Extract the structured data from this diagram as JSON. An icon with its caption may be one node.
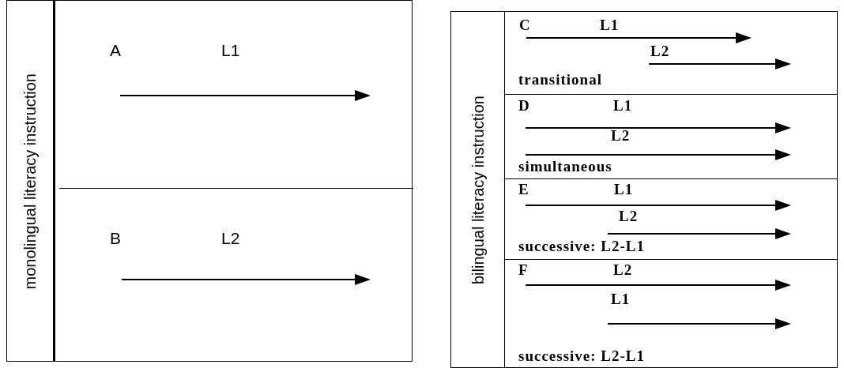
{
  "diagram": {
    "nodes": [
      {
        "text": [
          "monolingual literacy instruction"
        ]
      },
      {
        "text": [
          "A",
          "L1"
        ],
        "in": 0
      },
      {
        "text": [
          "B",
          "L2"
        ],
        "in": 0
      },
      {
        "text": [
          "bilingual literacy instruction"
        ]
      },
      {
        "text": [
          "C",
          "L1",
          "L2",
          "transitional"
        ],
        "in": 3
      },
      {
        "text": [
          "D",
          "L1",
          "L2",
          "simultaneous"
        ],
        "in": 3
      },
      {
        "text": [
          "E",
          "L1",
          "L2",
          "successive: L2-L1"
        ],
        "in": 3
      },
      {
        "text": [
          "F",
          "L2",
          "L1",
          "successive: L2-L1"
        ],
        "in": 3
      }
    ]
  }
}
